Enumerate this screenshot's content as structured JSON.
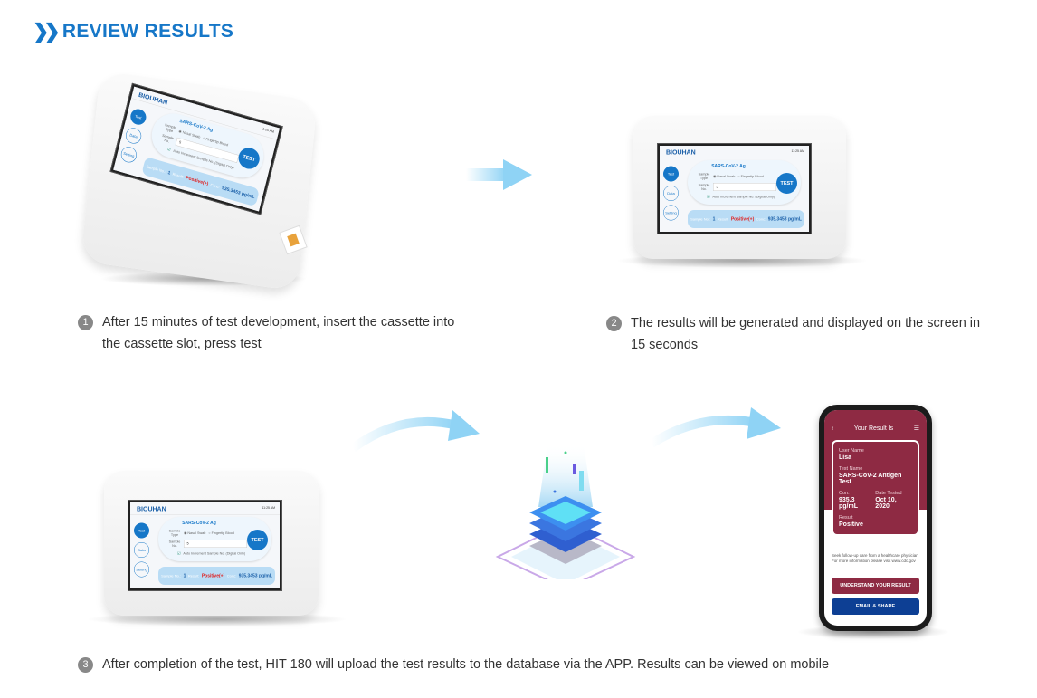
{
  "header": {
    "title": "REVIEW RESULTS",
    "icon": "double-chevron-right-icon",
    "accent": "#1677c8"
  },
  "device_screen": {
    "brand": "BIOUHAN",
    "time": "11:25 AM",
    "title": "SARS-CoV-2 Ag",
    "sample_type_label": "Sample Type",
    "option_nasal": "Nasal Swab",
    "option_blood": "Fingertip Blood",
    "sample_no_label": "Sample No.",
    "sample_no_value": "5",
    "auto_increment": "Auto Increment Sample No. (Digital Only)",
    "test_button": "TEST",
    "nav": {
      "test": "Test",
      "data": "Data",
      "setting": "Setting"
    },
    "result": {
      "sample_no_label": "Sample No.:",
      "sample_no": "1",
      "result_label": "Result:",
      "result": "Positive(+)",
      "conc_label": "Conc:",
      "conc": "935.3453 pg/mL"
    }
  },
  "steps": [
    {
      "num": "1",
      "text": "After 15 minutes of test development, insert the cassette into the cassette slot, press test"
    },
    {
      "num": "2",
      "text": "The results will be generated and displayed on the screen in 15 seconds"
    },
    {
      "num": "3",
      "text": "After completion of the test, HIT 180 will upload the test results to the database via the APP. Results can be viewed on mobile"
    }
  ],
  "phone": {
    "title": "Your Result Is",
    "user_name_label": "User Name",
    "user_name": "Lisa",
    "test_name_label": "Test Name",
    "test_name": "SARS-CoV-2 Antigen Test",
    "conc_label": "Con.",
    "conc": "935.3 pg/mL",
    "date_label": "Date Tested",
    "date": "Oct 10, 2020",
    "result_label": "Result",
    "result": "Positive",
    "note": "Seek follow-up care from a healthcare physician For more information please visit www.cdc.gov",
    "understand_button": "UNDERSTAND YOUR RESULT",
    "share_button": "EMAIL & SHARE",
    "brand_color": "#8e2a43",
    "share_color": "#0d3f94"
  }
}
